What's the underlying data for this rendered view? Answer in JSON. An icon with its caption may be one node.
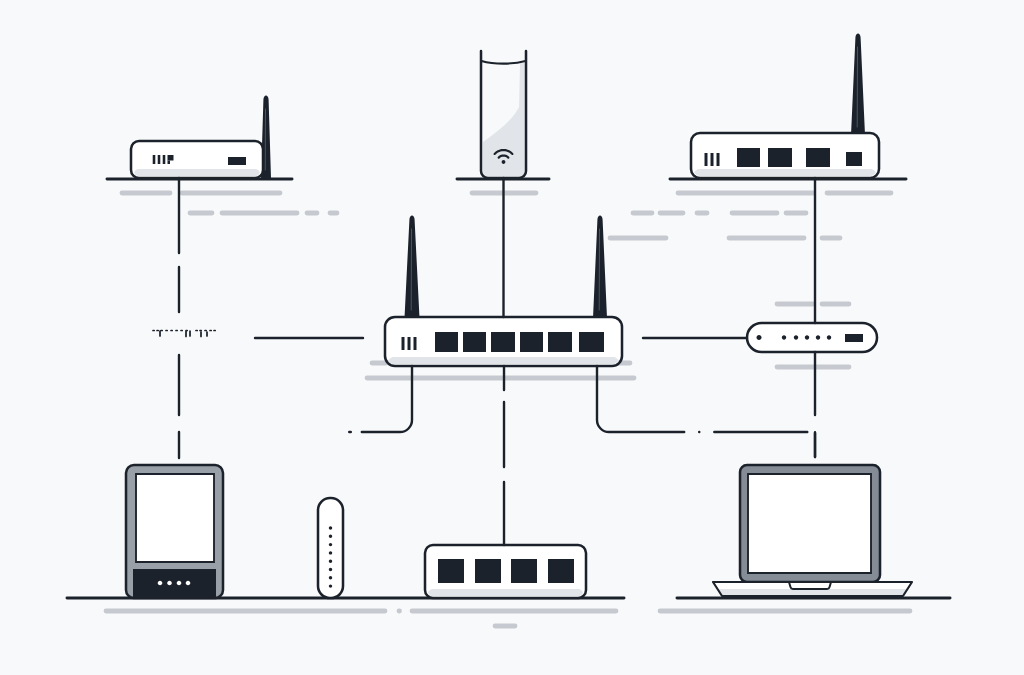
{
  "diagram": {
    "nodes": [
      {
        "text": [],
        "shape": "picture"
      },
      {
        "text": [],
        "shape": "picture"
      },
      {
        "text": [],
        "shape": "picture"
      },
      {
        "text": [],
        "shape": "picture"
      },
      {
        "text": [],
        "shape": "picture"
      },
      {
        "text": [],
        "shape": "picture"
      },
      {
        "text": [],
        "shape": "picture"
      },
      {
        "text": [],
        "shape": "picture"
      },
      {
        "text": [],
        "shape": "picture"
      }
    ],
    "edges": [
      {
        "from": 0,
        "to": 5,
        "arrow": "none",
        "style": "dashed"
      },
      {
        "from": 1,
        "to": 3,
        "arrow": "none"
      },
      {
        "from": 2,
        "to": 4,
        "arrow": "none"
      },
      {
        "from": 3,
        "to": null,
        "arrow": "none"
      },
      {
        "from": 3,
        "to": 4,
        "arrow": "none"
      },
      {
        "from": 3,
        "to": null,
        "arrow": "none",
        "style": "dashed"
      },
      {
        "from": 3,
        "to": 7,
        "arrow": "none",
        "style": "dashed"
      },
      {
        "from": 3,
        "to": 8,
        "arrow": "none",
        "style": "dashed"
      },
      {
        "from": 4,
        "to": 8,
        "arrow": "none",
        "style": "dashed"
      }
    ]
  }
}
